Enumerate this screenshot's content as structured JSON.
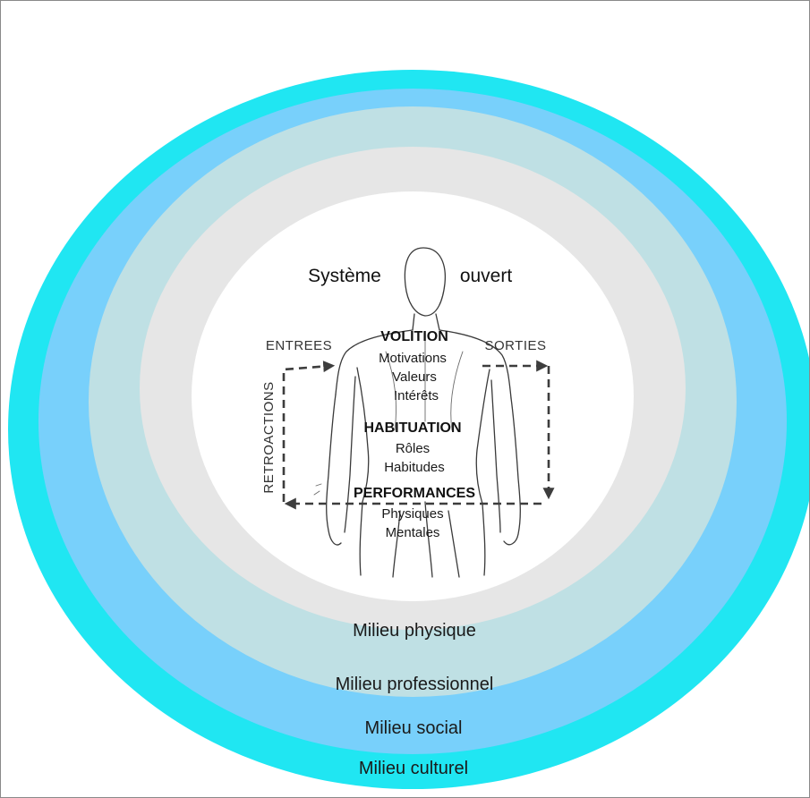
{
  "colors": {
    "ring_culturel": "#20e6f2",
    "ring_social": "#78d0fb",
    "ring_professionnel": "#bfe0e4",
    "ring_physique": "#e6e6e6",
    "center": "#ffffff",
    "arrows": "#3d3d3d"
  },
  "rings": {
    "physique": "Milieu physique",
    "professionnel": "Milieu professionnel",
    "social": "Milieu social",
    "culturel": "Milieu culturel"
  },
  "center": {
    "title_left": "Système",
    "title_right": "ouvert",
    "entrees": "ENTREES",
    "sorties": "SORTIES",
    "retroactions": "RETROACTIONS",
    "volition": {
      "heading": "VOLITION",
      "items": [
        "Motivations",
        "Valeurs",
        "Intérêts"
      ]
    },
    "habituation": {
      "heading": "HABITUATION",
      "items": [
        "Rôles",
        "Habitudes"
      ]
    },
    "performances": {
      "heading": "PERFORMANCES",
      "items": [
        "Physiques",
        "Mentales"
      ]
    }
  },
  "icons": {
    "figure": "human-figure-sketch",
    "arrows": "dashed-feedback-loop"
  }
}
